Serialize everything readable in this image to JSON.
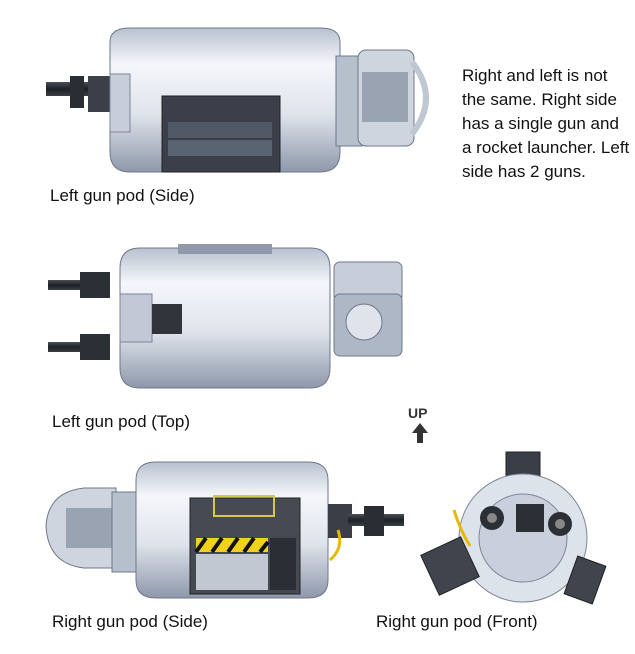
{
  "note": "Right and left is not the same. Right side has a single gun and a rocket launcher. Left side has 2 guns.",
  "up_label": "UP",
  "labels": {
    "left_side": "Left gun pod (Side)",
    "left_top": "Left gun pod (Top)",
    "right_side": "Right gun pod (Side)",
    "right_front": "Right gun pod (Front)"
  },
  "colors": {
    "body_light": "#e8ecf3",
    "body_mid": "#aab4c4",
    "body_dark": "#5d6676",
    "metal_dark": "#2b2f36",
    "hazard_yellow": "#f1d21a",
    "wire_yellow": "#e6b800"
  },
  "icons": [
    "up-arrow-icon"
  ]
}
